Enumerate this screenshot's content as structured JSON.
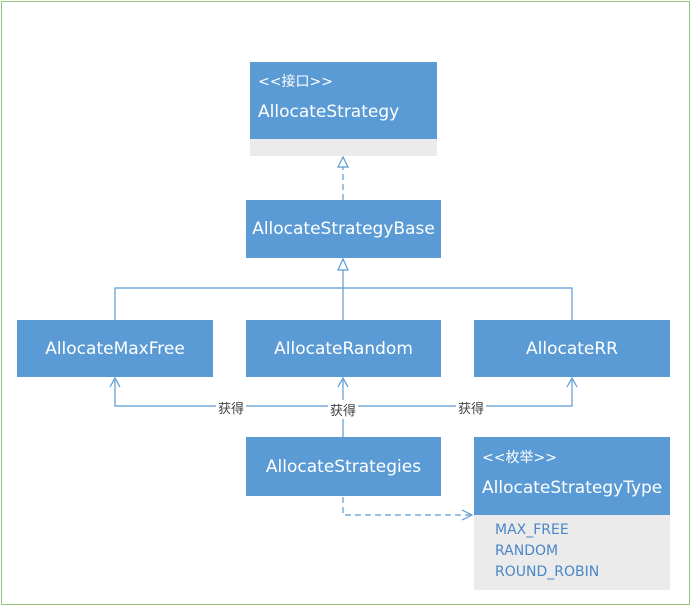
{
  "diagram": {
    "interface": {
      "stereotype": "<<接口>>",
      "name": "AllocateStrategy"
    },
    "base": {
      "name": "AllocateStrategyBase"
    },
    "implementations": [
      {
        "name": "AllocateMaxFree"
      },
      {
        "name": "AllocateRandom"
      },
      {
        "name": "AllocateRR"
      }
    ],
    "factory": {
      "name": "AllocateStrategies"
    },
    "enum": {
      "stereotype": "<<枚举>>",
      "name": "AllocateStrategyType",
      "values": [
        "MAX_FREE",
        "RANDOM",
        "ROUND_ROBIN"
      ]
    },
    "edge_labels": {
      "left": "获得",
      "middle": "获得",
      "right": "获得"
    },
    "colors": {
      "box_fill": "#5b9bd5",
      "line": "#5b9bd5",
      "compartment": "#ebebeb",
      "frame": "#93c47d"
    }
  }
}
